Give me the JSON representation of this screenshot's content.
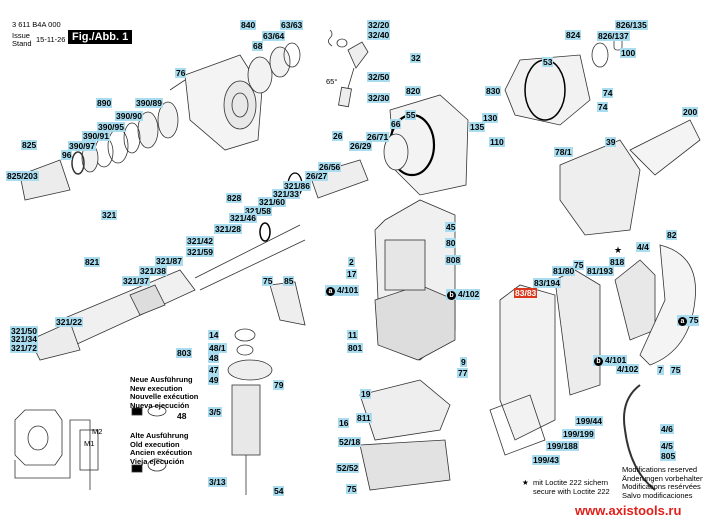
{
  "header": {
    "part_number": "3 611 B4A 000",
    "issue_label": "Issue",
    "stand_label": "Stand",
    "date": "15-11-26",
    "figure": "Fig./Abb. 1"
  },
  "labels": [
    "76",
    "890",
    "390/89",
    "390/90",
    "390/95",
    "390/91",
    "390/97",
    "96",
    "825",
    "825/203",
    "840",
    "63/63",
    "63/64",
    "68",
    "32/20",
    "32/40",
    "32",
    "32/50",
    "32/30",
    "820",
    "55",
    "66",
    "26",
    "26/29",
    "26/71",
    "26/56",
    "26/27",
    "321/86",
    "321/33",
    "321/60",
    "321/58",
    "321/46",
    "321/28",
    "321/42",
    "321/59",
    "828",
    "321",
    "821",
    "321/87",
    "321/38",
    "321/37",
    "321/22",
    "321/50",
    "321/34",
    "321/72",
    "824",
    "826/135",
    "826/137",
    "100",
    "53",
    "830",
    "74",
    "74",
    "130",
    "135",
    "110",
    "78/1",
    "200",
    "39",
    "45",
    "80",
    "808",
    "4/102",
    "2",
    "17",
    "4/101",
    "11",
    "801",
    "9",
    "77",
    "19",
    "16",
    "811",
    "52/18",
    "52/52",
    "75",
    "75",
    "85",
    "14",
    "48/1",
    "803",
    "48",
    "47",
    "49",
    "3/5",
    "3/13",
    "54",
    "79",
    "48",
    "818",
    "4/4",
    "82",
    "75",
    "81/80",
    "81/193",
    "83/194",
    "83/83",
    "75",
    "4/101",
    "4/102",
    "7",
    "75",
    "199/44",
    "199/199",
    "199/188",
    "199/43",
    "4/6",
    "4/5",
    "805"
  ],
  "angle_label": "65°",
  "new_execution": [
    "Neue Ausführung",
    "New execution",
    "Nouvelle exécution",
    "Nueva ejecución"
  ],
  "old_execution": [
    "Alte Ausführung",
    "Old execution",
    "Ancien exécution",
    "Vieja ejecución"
  ],
  "loctite_note": [
    "mit Loctite 222 sichern",
    "secure with Loctite 222"
  ],
  "modifications": [
    "Modifications reserved",
    "Änderungen vorbehalten",
    "Modifications resérvées",
    "Salvo modificaciones"
  ],
  "markers": {
    "a": "a",
    "b": "b",
    "star": "★"
  },
  "watermark": "www.axistools.ru",
  "wiring_labels": {
    "m1": "M1",
    "m2": "M2"
  },
  "colors": {
    "label_bg": "#a9dcee",
    "highlight": "#d9381e",
    "watermark": "#e0201b"
  }
}
